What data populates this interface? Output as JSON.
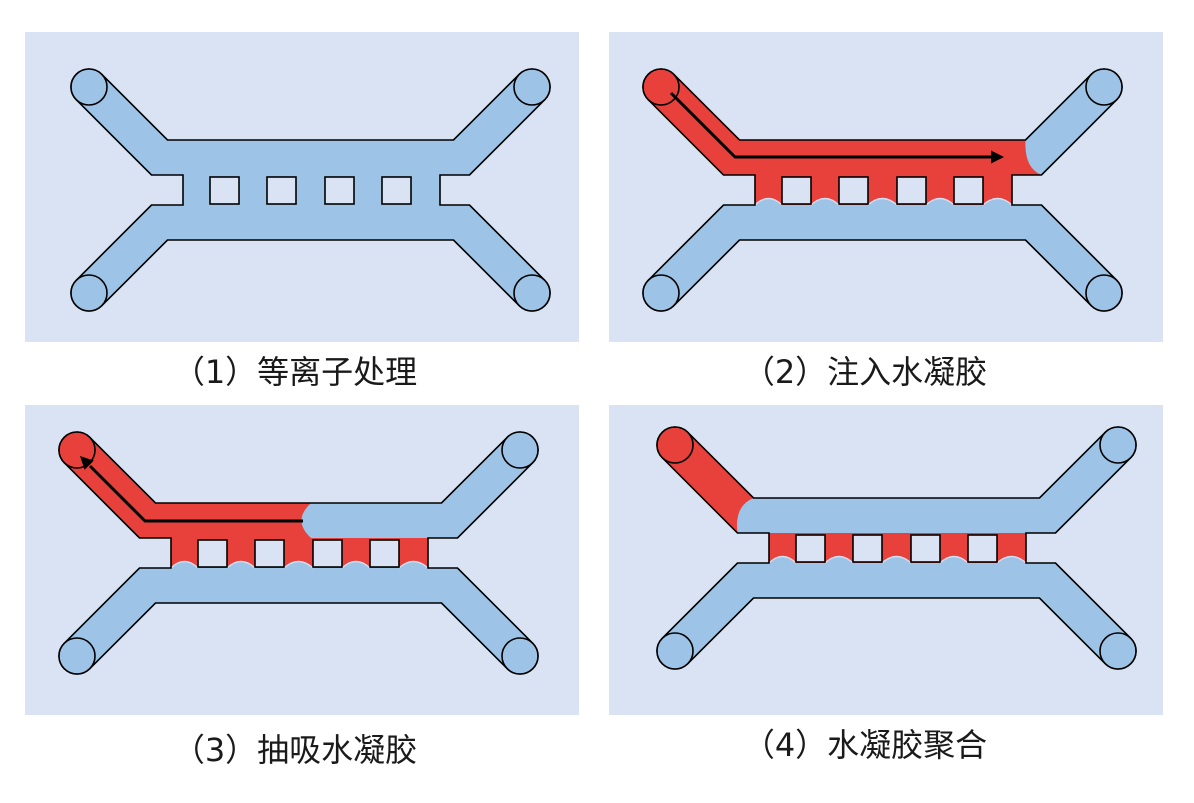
{
  "colors": {
    "page_bg": "#ffffff",
    "panel_bg": "#dae3f3",
    "channel": "#9dc3e6",
    "hydrogel": "#e8413c",
    "outline": "#000000",
    "arrow": "#000000",
    "meniscus_highlight": "#d3dff1"
  },
  "panels": [
    {
      "caption": "（1）等离子处理"
    },
    {
      "caption": "（2）注入水凝胶"
    },
    {
      "caption": "（3）抽吸水凝胶"
    },
    {
      "caption": "（4）水凝胶聚合"
    }
  ]
}
